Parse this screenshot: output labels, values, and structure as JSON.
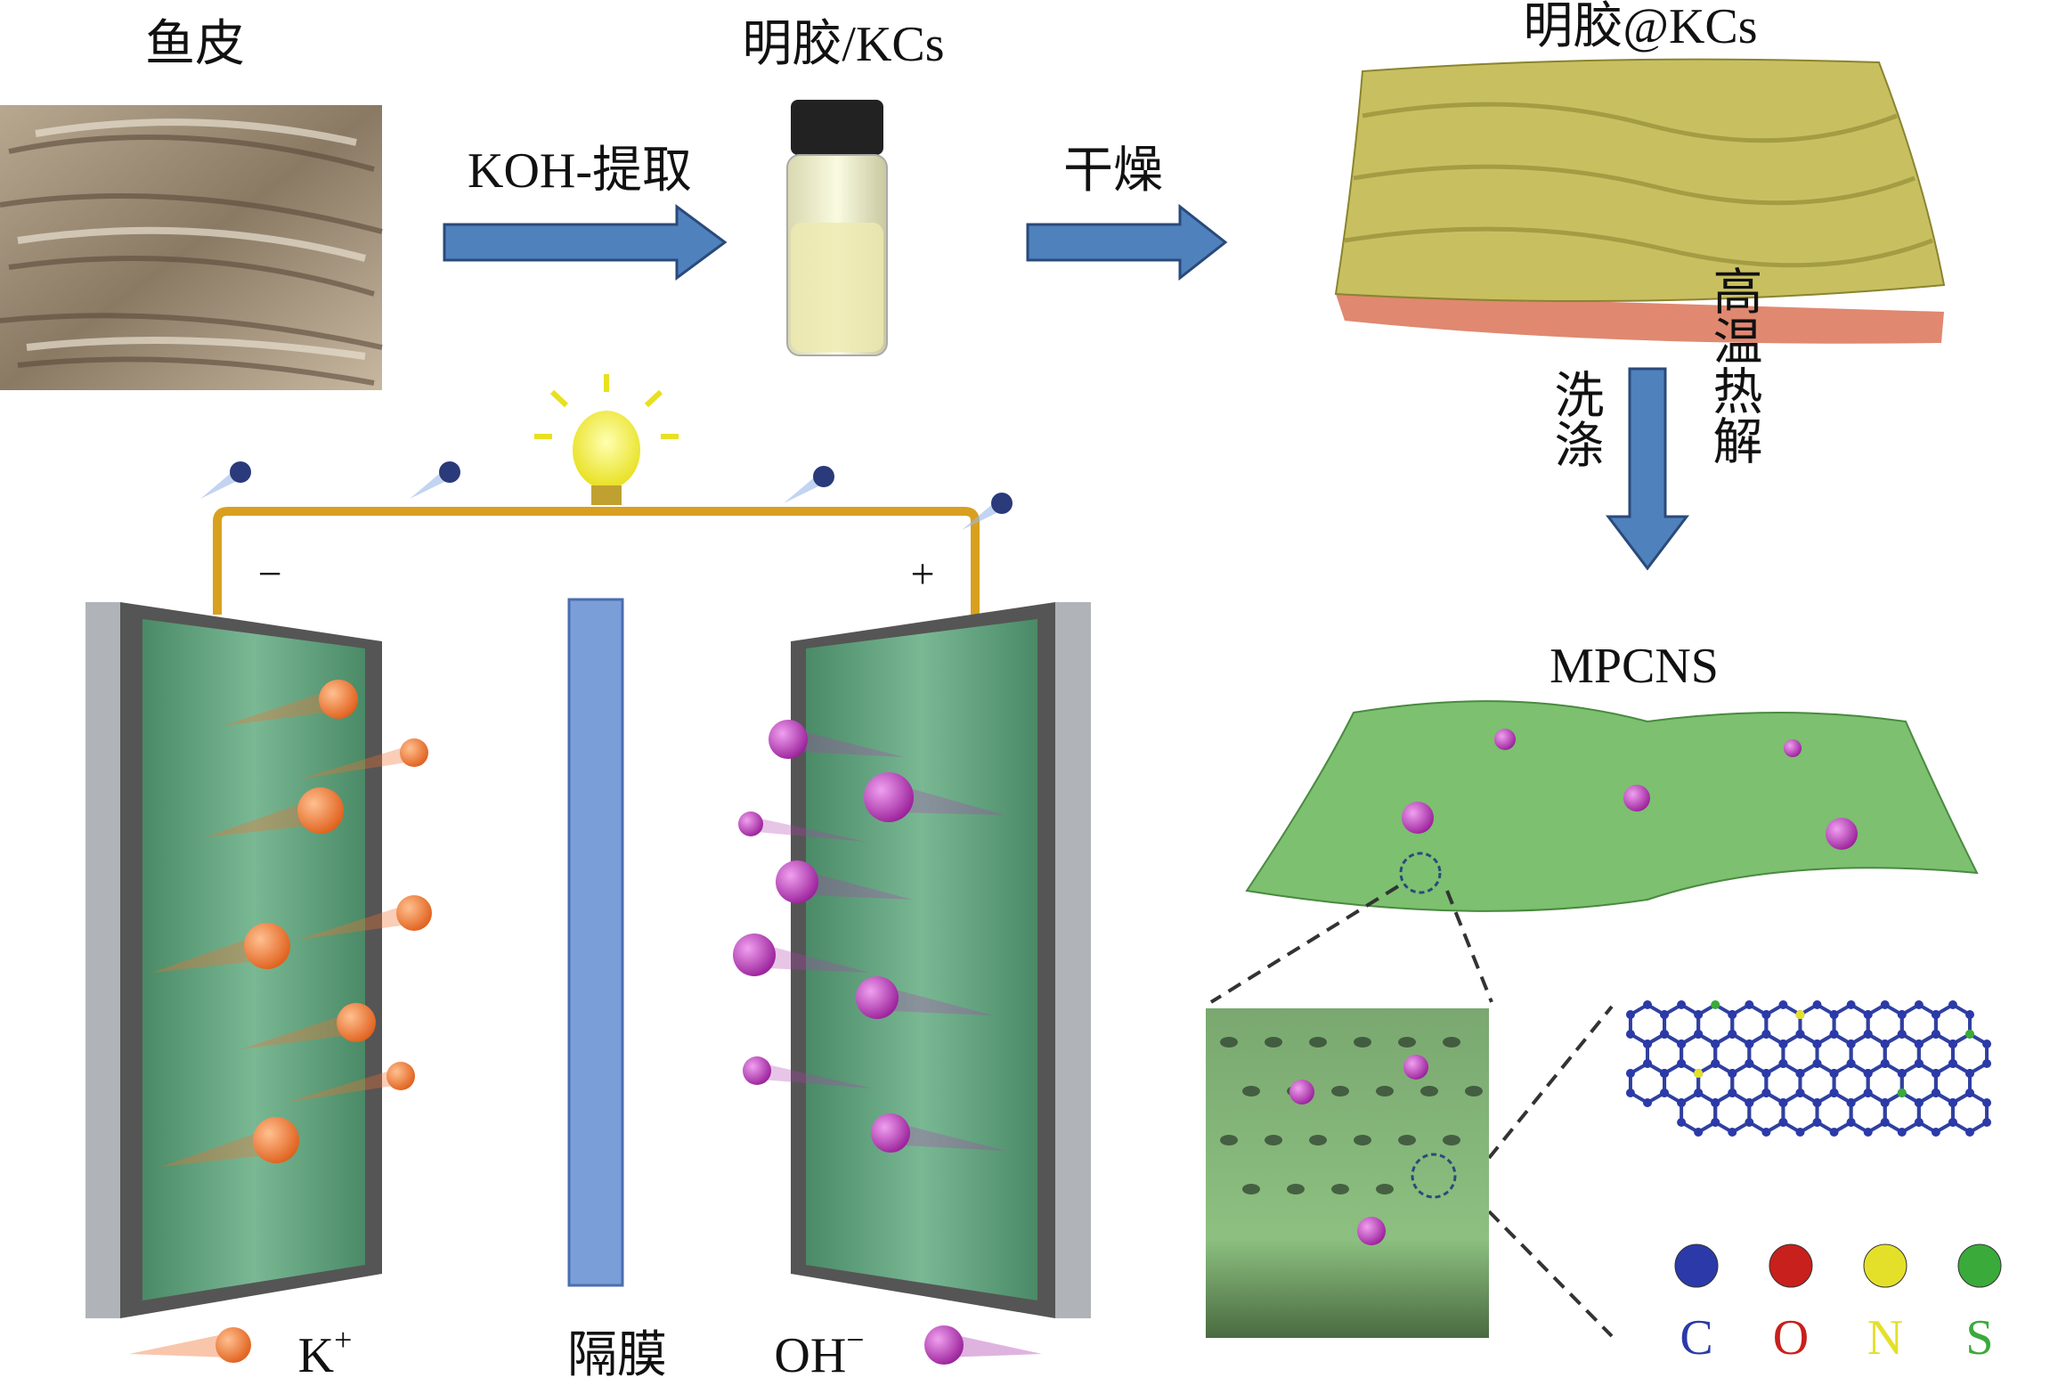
{
  "top_row": {
    "fish_skin_label": "鱼皮",
    "extract_label": "KOH-提取",
    "gelatin_kcs_label": "明胶/KCs",
    "dry_label": "干燥",
    "gelatin_at_kcs_label": "明胶@KCs"
  },
  "process": {
    "wash_label": "洗涤",
    "pyrolysis_label": "高温热解",
    "product_label": "MPCNS"
  },
  "battery": {
    "negative_sign": "−",
    "positive_sign": "+",
    "cation_label": "K",
    "cation_charge": "+",
    "separator_label": "隔膜",
    "anion_label": "OH",
    "anion_charge": "−"
  },
  "legend": [
    {
      "symbol": "C",
      "color": "#2b3aa8"
    },
    {
      "symbol": "O",
      "color": "#c8201c"
    },
    {
      "symbol": "N",
      "color": "#e4e02a"
    },
    {
      "symbol": "S",
      "color": "#3aaa3a"
    }
  ],
  "colors": {
    "arrow": "#4f81bd",
    "electrode_sheet": "#5e9a78",
    "cation": "#f07030",
    "anion": "#b040b0",
    "wire": "#d9a020",
    "gelatin_top": "#c8c060",
    "gelatin_base": "#e08870",
    "mpcns": "#7cc070"
  }
}
